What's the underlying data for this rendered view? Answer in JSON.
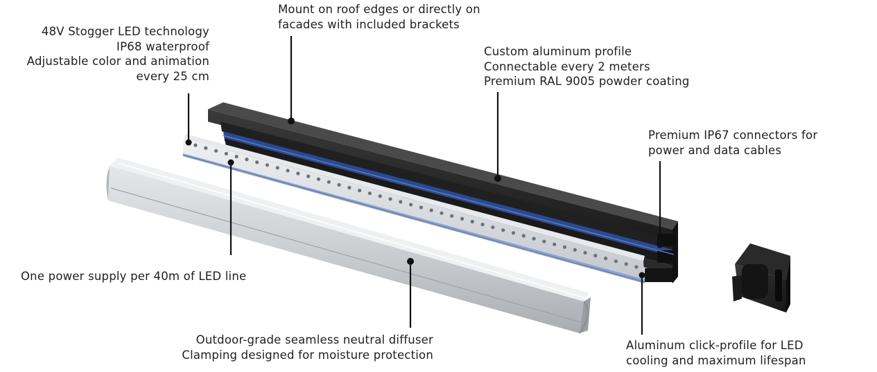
{
  "callouts": {
    "led_tech": {
      "lines": [
        "48V Stogger LED technology",
        "IP68 waterproof",
        "Adjustable color and animation",
        "every 25 cm"
      ]
    },
    "mount": {
      "lines": [
        "Mount on roof edges or directly on",
        "facades with included brackets"
      ]
    },
    "profile": {
      "lines": [
        "Custom aluminum profile",
        "Connectable every 2 meters",
        "Premium RAL 9005 powder coating"
      ]
    },
    "connectors": {
      "lines": [
        "Premium IP67 connectors for",
        "power and data cables"
      ]
    },
    "power_supply": {
      "lines": [
        "One power supply per 40m of LED line"
      ]
    },
    "diffuser": {
      "lines": [
        "Outdoor-grade seamless neutral diffuser",
        "Clamping designed for moisture protection"
      ]
    },
    "click_profile": {
      "lines": [
        "Aluminum click-profile for LED",
        "cooling and maximum lifespan"
      ]
    }
  },
  "colors": {
    "profile_black": "#262626",
    "accent_blue": "#2c4a8c",
    "led_strip": "#d9dde2",
    "diffuser": "#c9ccd0",
    "leader": "#111111"
  }
}
